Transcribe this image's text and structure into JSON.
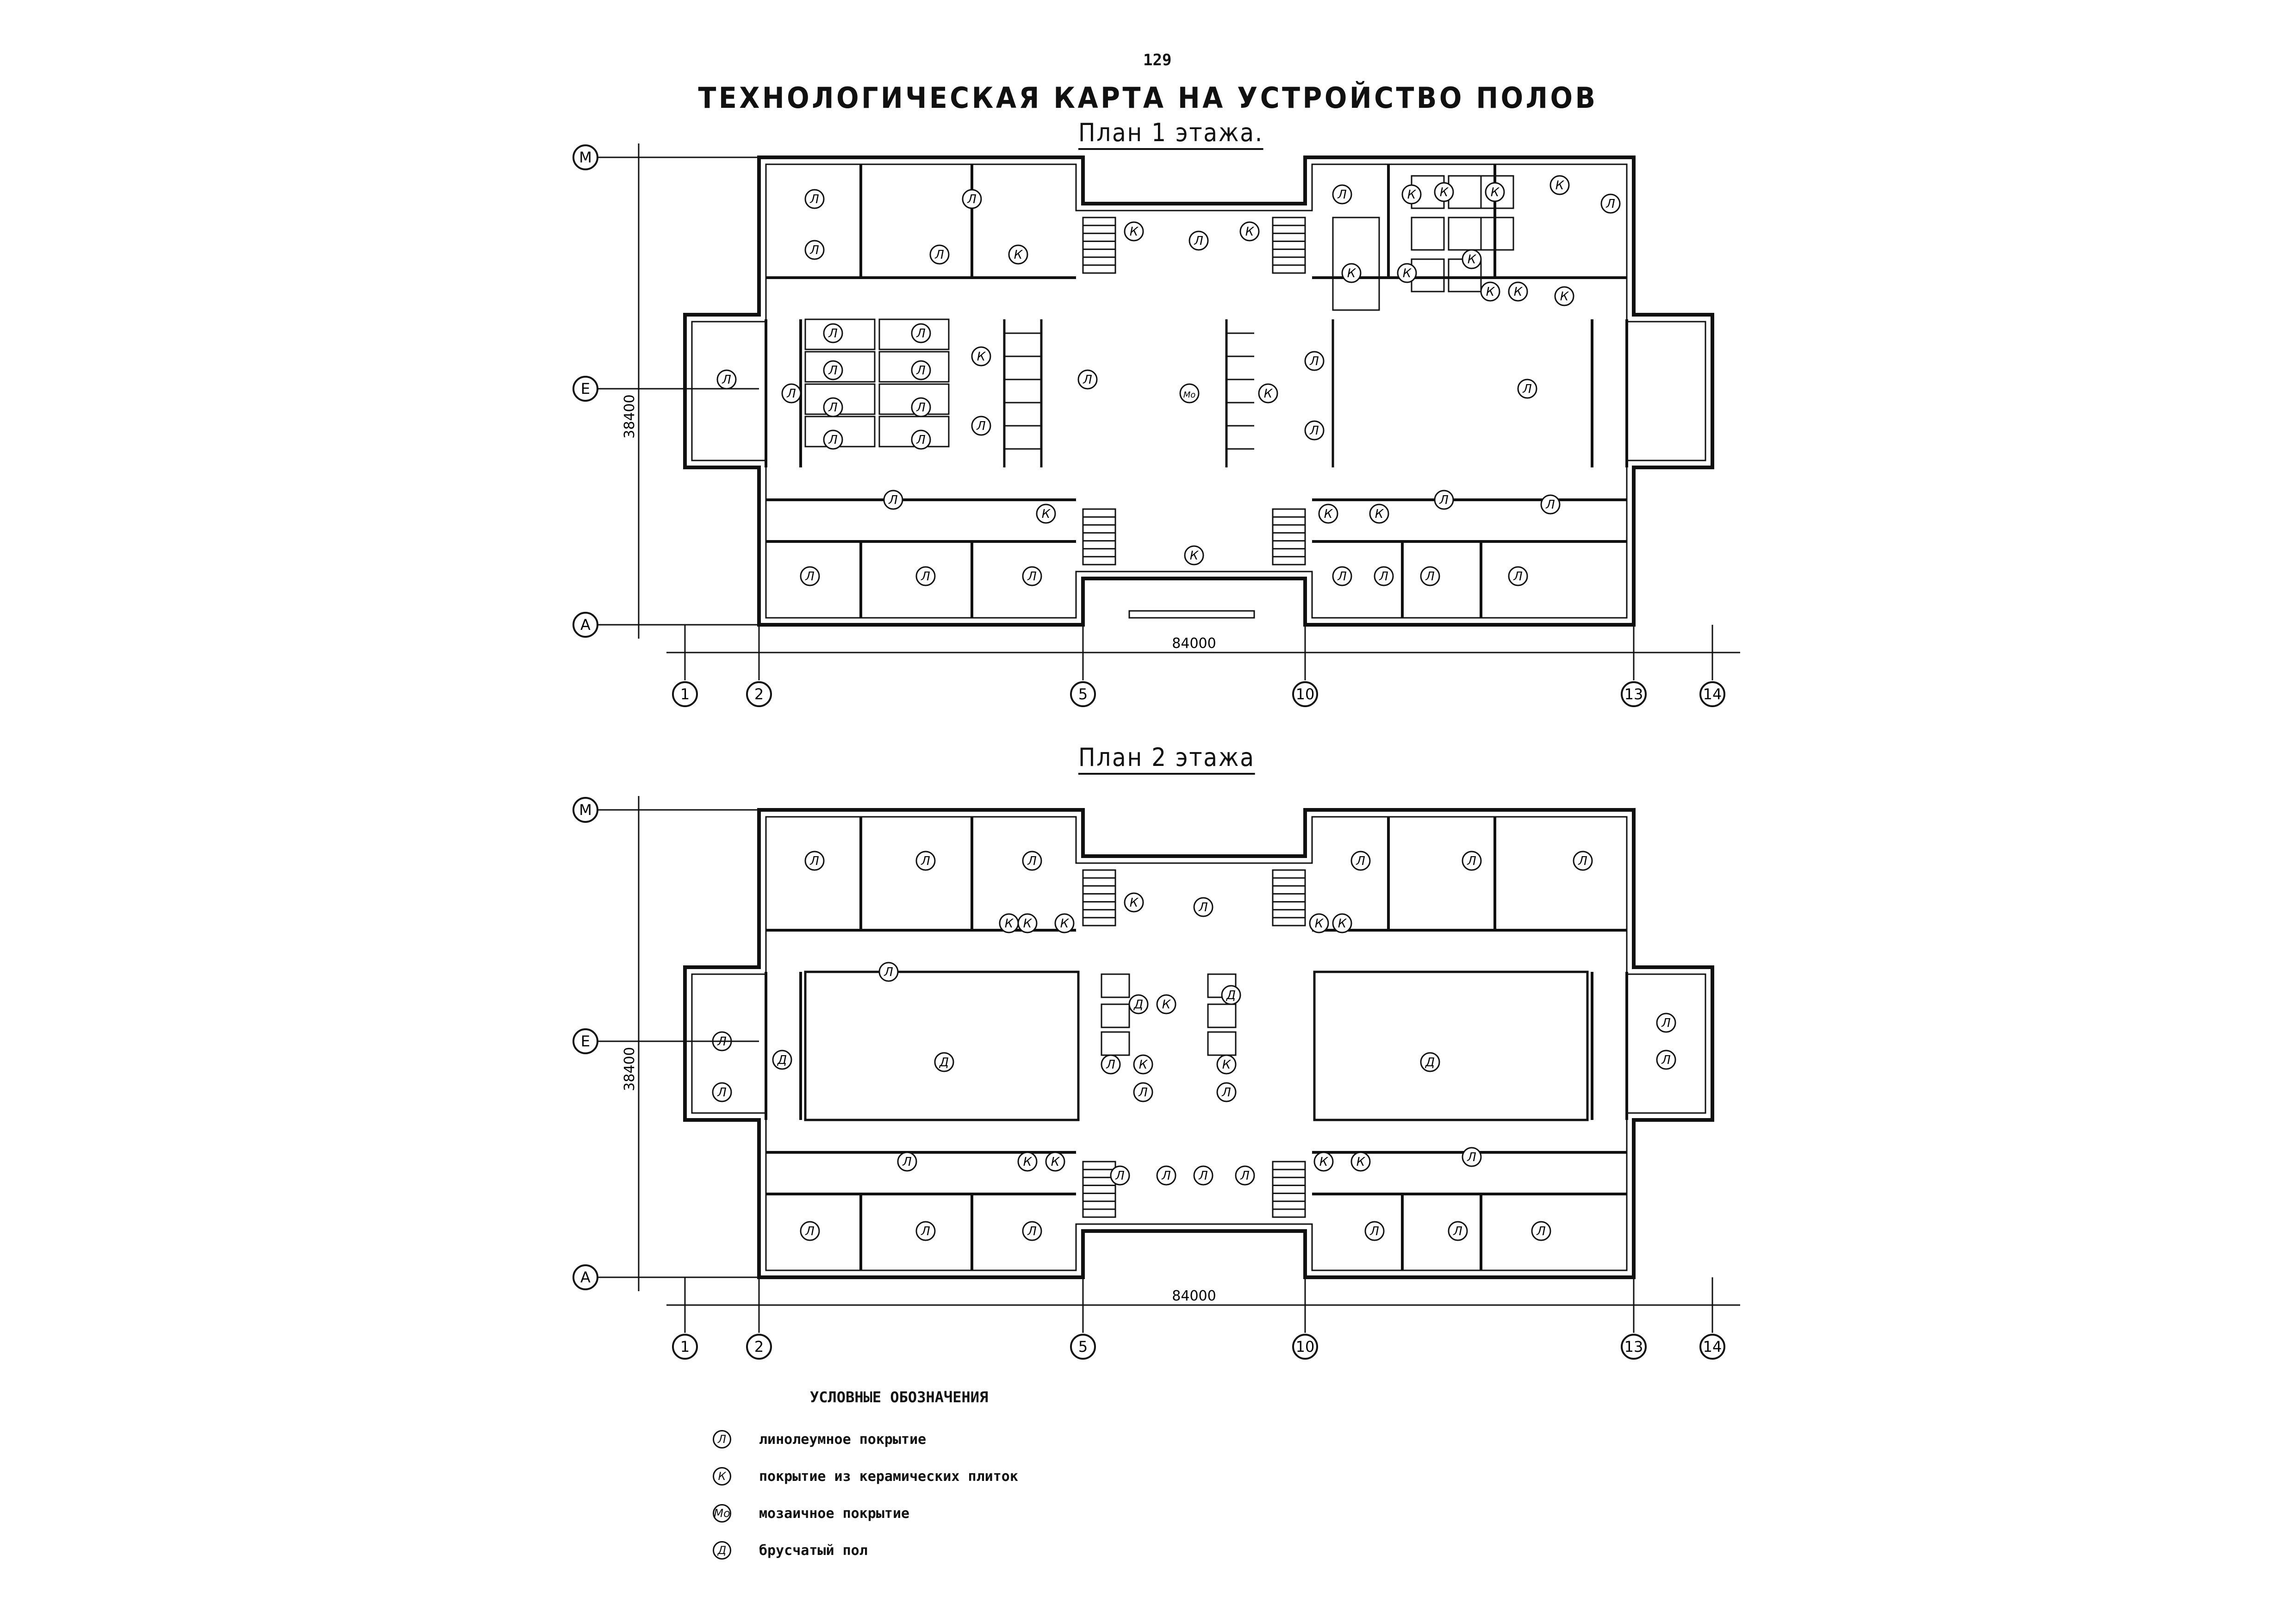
{
  "header": {
    "page_number": "129",
    "title": "ТЕХНОЛОГИЧЕСКАЯ КАРТА НА УСТРОЙСТВО ПОЛОВ"
  },
  "plans": [
    {
      "title": "План 1 этажа.",
      "row_axes": [
        "M",
        "E",
        "A"
      ],
      "col_axes": [
        "1",
        "2",
        "5",
        "10",
        "13",
        "14"
      ],
      "dim_horizontal": "84000",
      "dim_vertical": "38400"
    },
    {
      "title": "План 2 этажа",
      "row_axes": [
        "M",
        "E",
        "A"
      ],
      "col_axes": [
        "1",
        "2",
        "5",
        "10",
        "13",
        "14"
      ],
      "dim_horizontal": "84000",
      "dim_vertical": "38400"
    }
  ],
  "floor_symbols": {
    "linoleum": "Л",
    "ceramic": "К",
    "mosaic": "Мо",
    "plank": "Д"
  },
  "legend": {
    "title": "УСЛОВНЫЕ ОБОЗНАЧЕНИЯ",
    "items": [
      {
        "symbol": "Л",
        "text": "линолеумное покрытие"
      },
      {
        "symbol": "К",
        "text": "покрытие из керамических плиток"
      },
      {
        "symbol": "Мо",
        "text": "мозаичное покрытие"
      },
      {
        "symbol": "Д",
        "text": "брусчатый пол"
      }
    ]
  }
}
